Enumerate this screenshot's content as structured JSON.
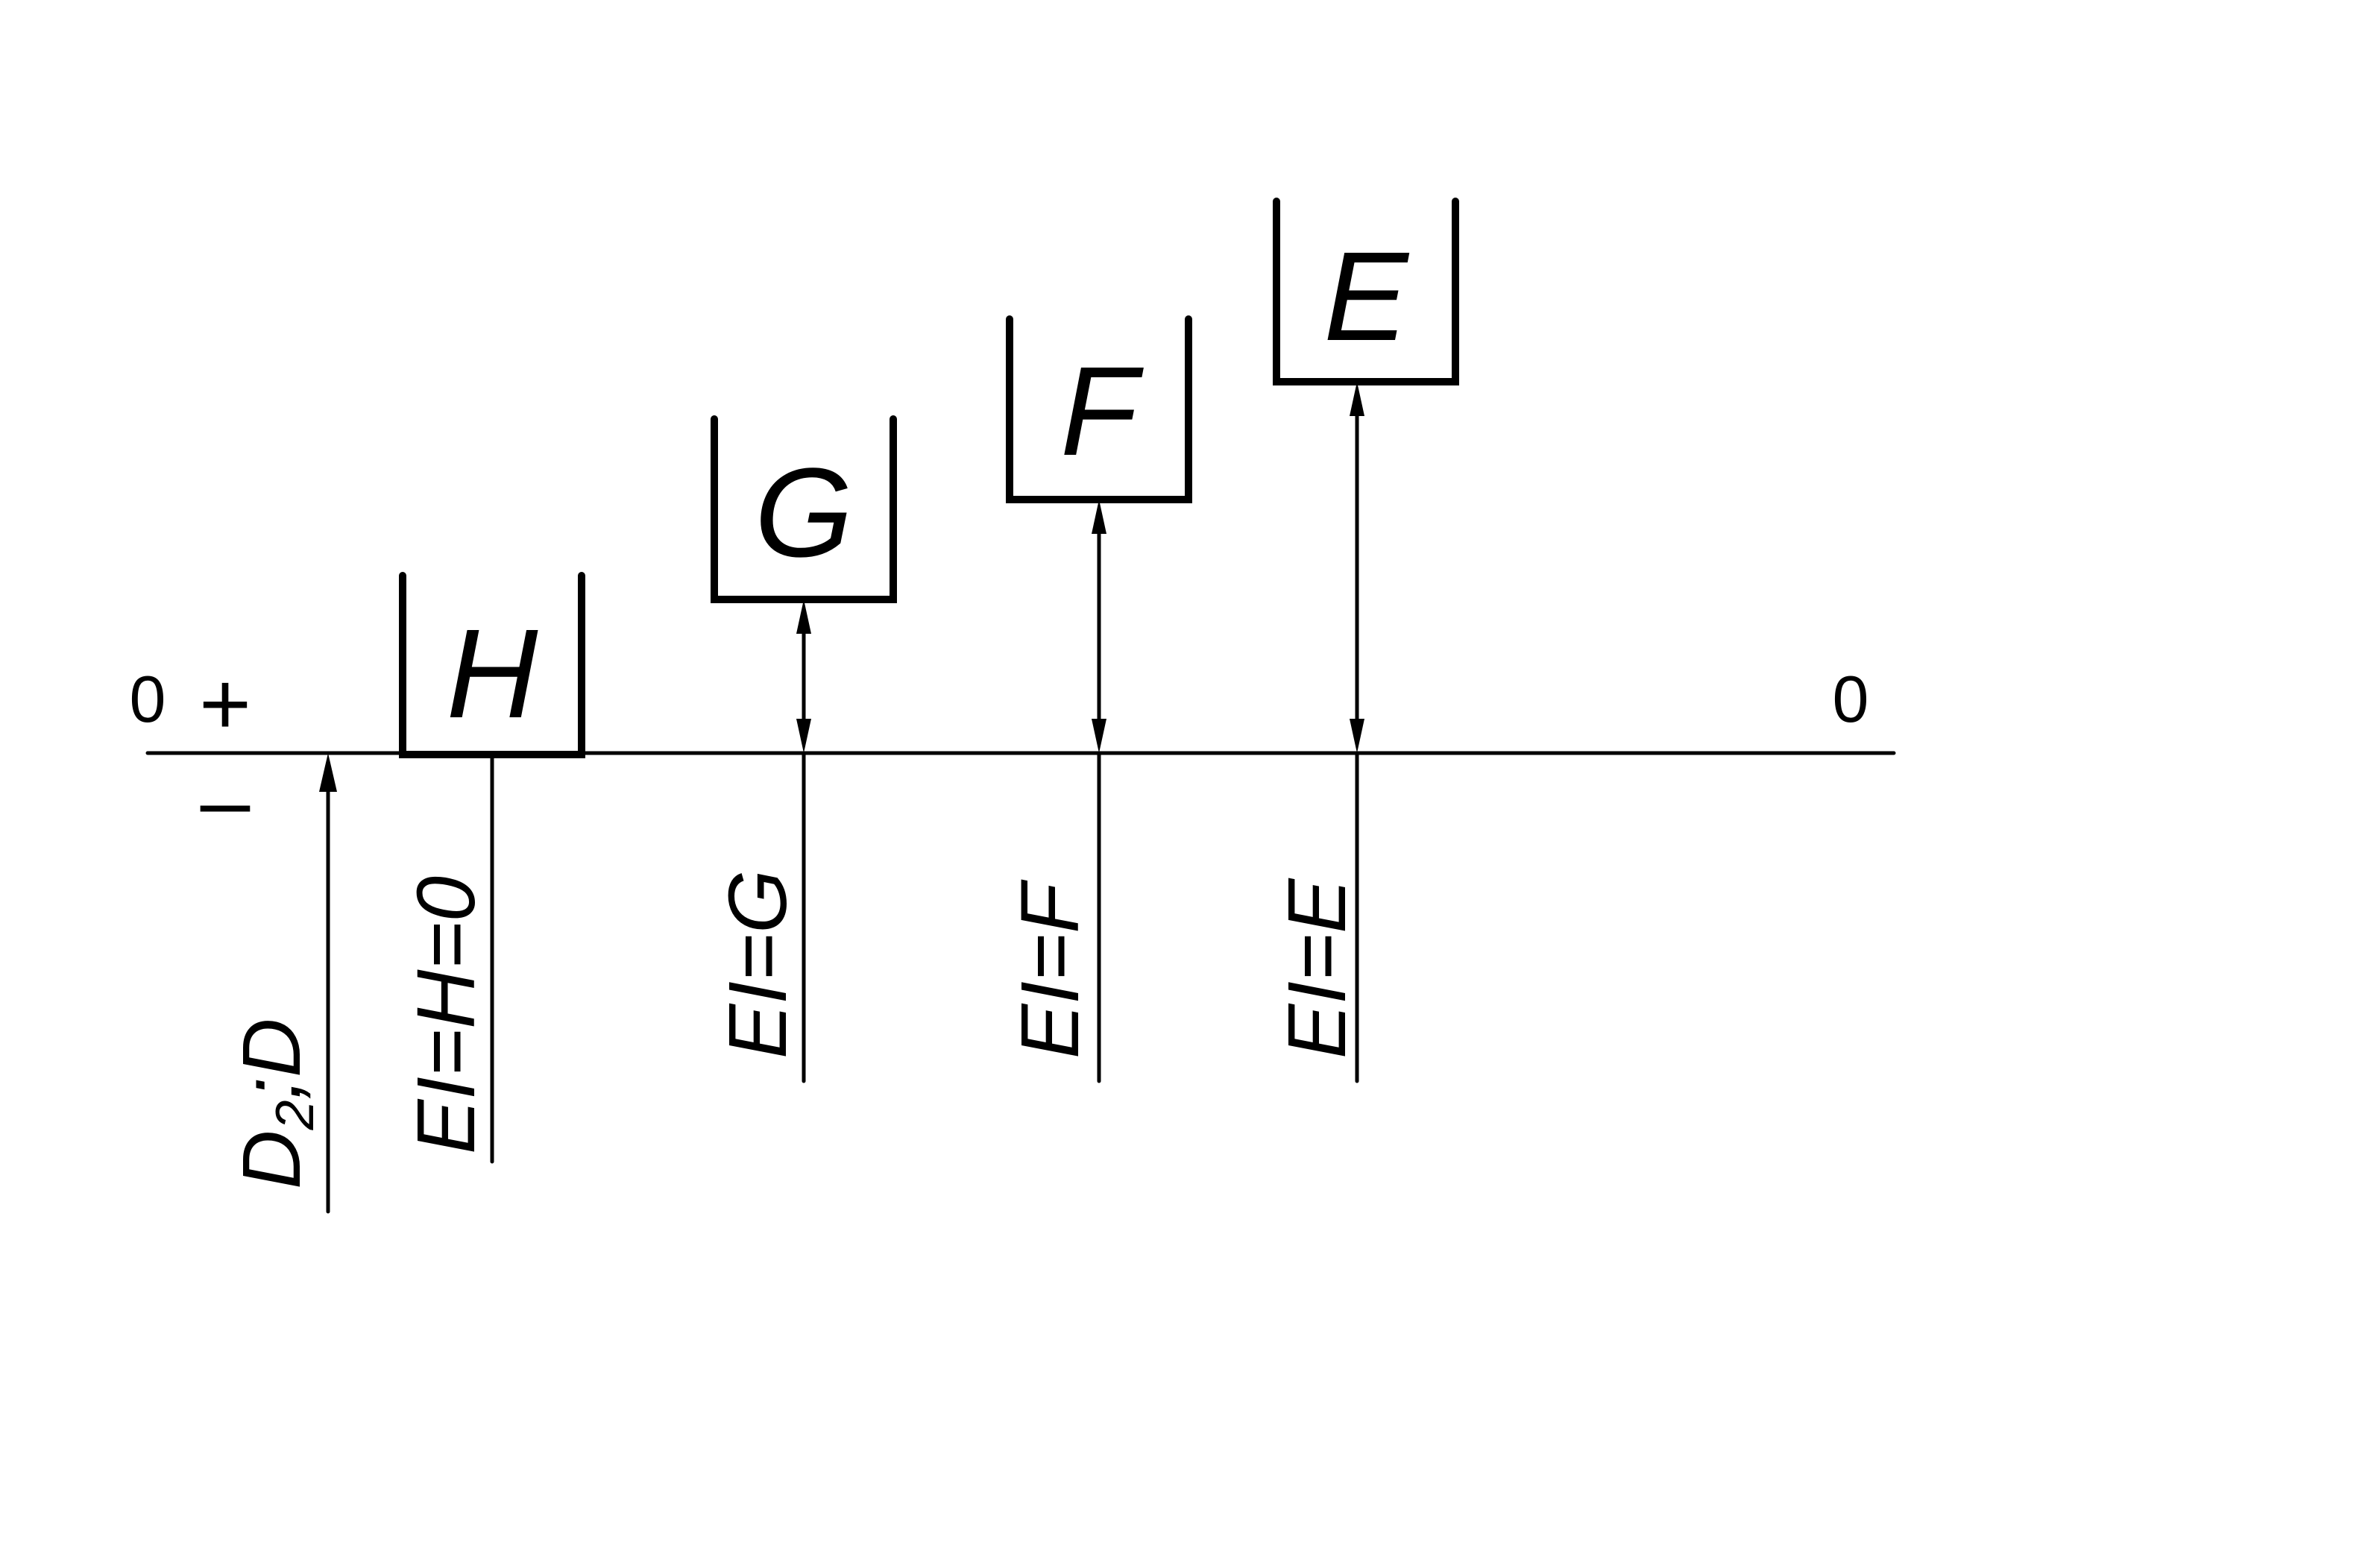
{
  "diagram": {
    "zero_left": "0",
    "zero_right": "0",
    "plus_sign": "+",
    "minus_sign": "–",
    "tolerance_fields": [
      {
        "letter": "H",
        "label": "EI=H=0"
      },
      {
        "letter": "G",
        "label": "EI=G"
      },
      {
        "letter": "F",
        "label": "EI=F"
      },
      {
        "letter": "E",
        "label": "EI=E"
      }
    ],
    "nominal_label": {
      "main_1": "D",
      "subscript": "2",
      "separator": ";",
      "main_2": "D"
    }
  }
}
